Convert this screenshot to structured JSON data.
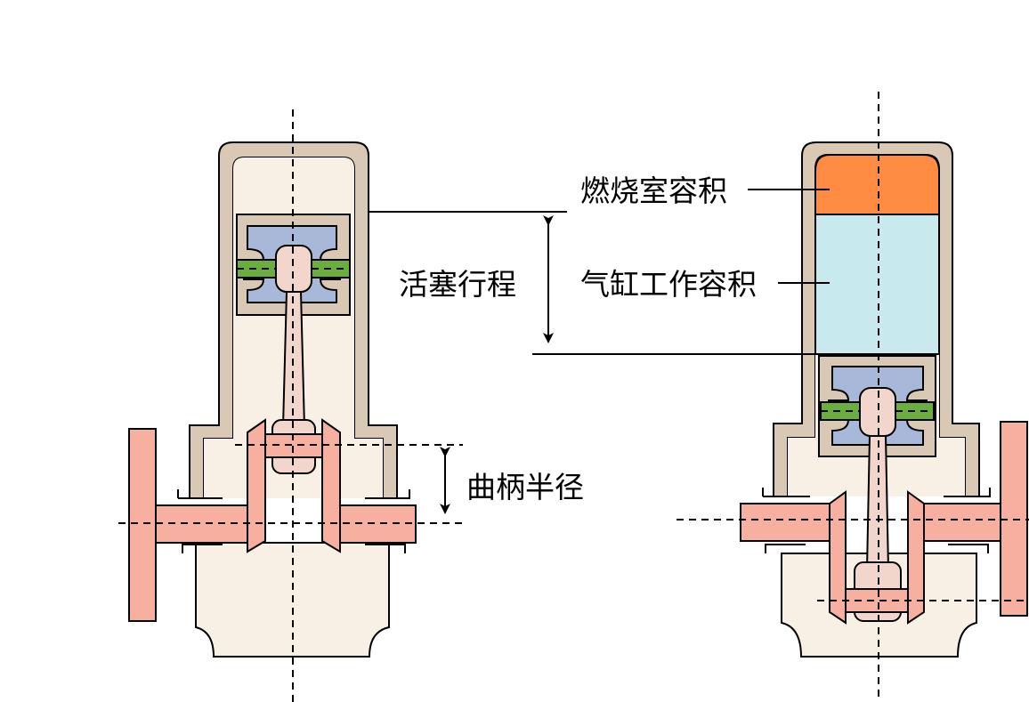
{
  "labels": {
    "stroke": "活塞行程",
    "crank_radius": "曲柄半径",
    "combustion_volume": "燃烧室容积",
    "working_volume": "气缸工作容积"
  },
  "colors": {
    "housing_fill": "#f8f0e4",
    "housing_wall": "#d8c8b4",
    "piston_body": "#a8b8d8",
    "ring_band": "#6cae3e",
    "rod": "#f2d6cc",
    "crank": "#f7b0a0",
    "combustion_fill": "#ff8c42",
    "working_fill": "#c8eaee"
  },
  "icons": {
    "arrow": "double-headed-arrow",
    "axis": "dashed-centerline"
  }
}
